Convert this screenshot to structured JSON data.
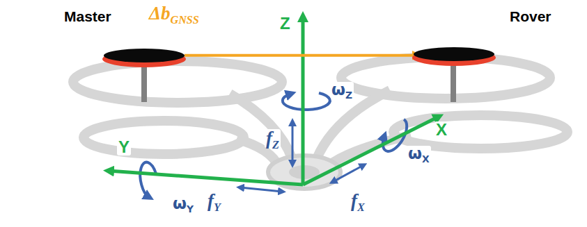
{
  "diagram": {
    "nodes": [
      {
        "text": [
          "Master"
        ]
      },
      {
        "text": [
          "Rover"
        ]
      }
    ],
    "edges": [
      {
        "from": 0,
        "to": 1,
        "arrow": "to",
        "label": "ΔbGNSS"
      }
    ],
    "labels": [
      "Z",
      "X",
      "Y",
      "ωZ",
      "ωX",
      "ωY",
      "fZ",
      "fY",
      "fX"
    ]
  }
}
